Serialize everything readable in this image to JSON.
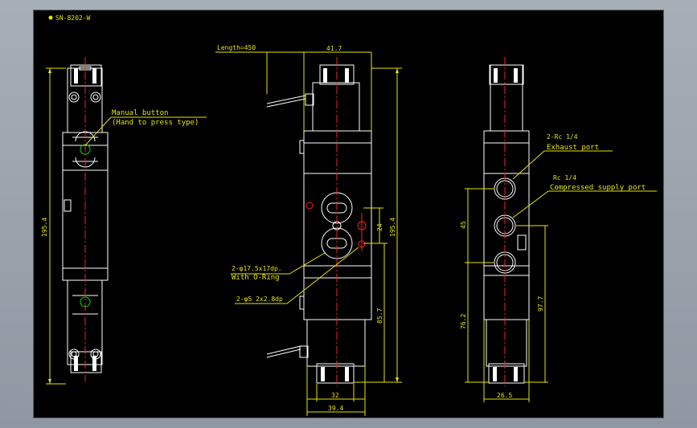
{
  "title": "SN-8202-W",
  "colors": {
    "background": "#000000",
    "outline": "#ffffff",
    "dimension": "#e6e600",
    "centerline": "#ff2020",
    "indicator": "#00e000"
  },
  "callouts": {
    "manual_button_line1": "Manual button",
    "manual_button_line2": "(Hand to press type)",
    "length": "Length=450",
    "bore_line1": "2-φ17.5x17dp.",
    "bore_line2": "With O-Ring",
    "pin_holes": "2-φ5 2x2.8dp",
    "exhaust_line1": "2-Rc 1/4",
    "exhaust_line2": "Exhaust port",
    "supply_line1": "Rc 1/4",
    "supply_line2": "Compressed supply port"
  },
  "dimensions": {
    "left_height": "195.4",
    "width_top": "41.7",
    "center_height": "195.4",
    "port_spacing": "24",
    "lower_height": "85.7",
    "base_32": "32",
    "base_39": "39.4",
    "right_45": "45",
    "right_76": "76.2",
    "right_97": "97.7",
    "right_width": "26.5"
  }
}
